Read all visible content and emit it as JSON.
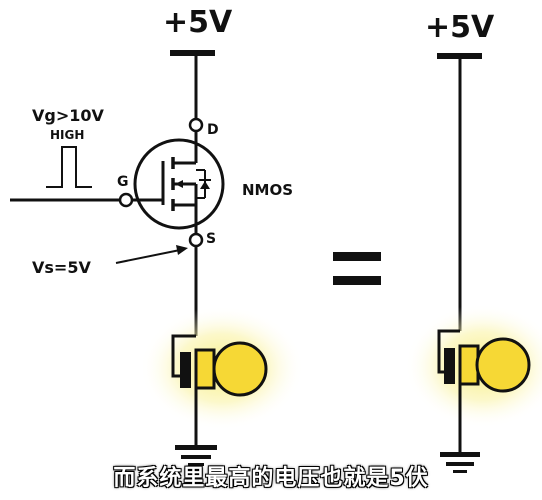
{
  "left_circuit": {
    "supply_label": "+5V",
    "gate_signal_label": "Vg>10V",
    "gate_state_label": "HIGH",
    "pin_drain": "D",
    "pin_gate": "G",
    "pin_source": "S",
    "transistor_label": "NMOS",
    "source_voltage_label": "Vs=5V"
  },
  "equals_sign": "=",
  "right_circuit": {
    "supply_label": "+5V"
  },
  "caption": "而系统里最高的电压也就是5伏",
  "colors": {
    "wire": "#111111",
    "bulb": "#f6d835",
    "glow": "#f7ee7a"
  }
}
